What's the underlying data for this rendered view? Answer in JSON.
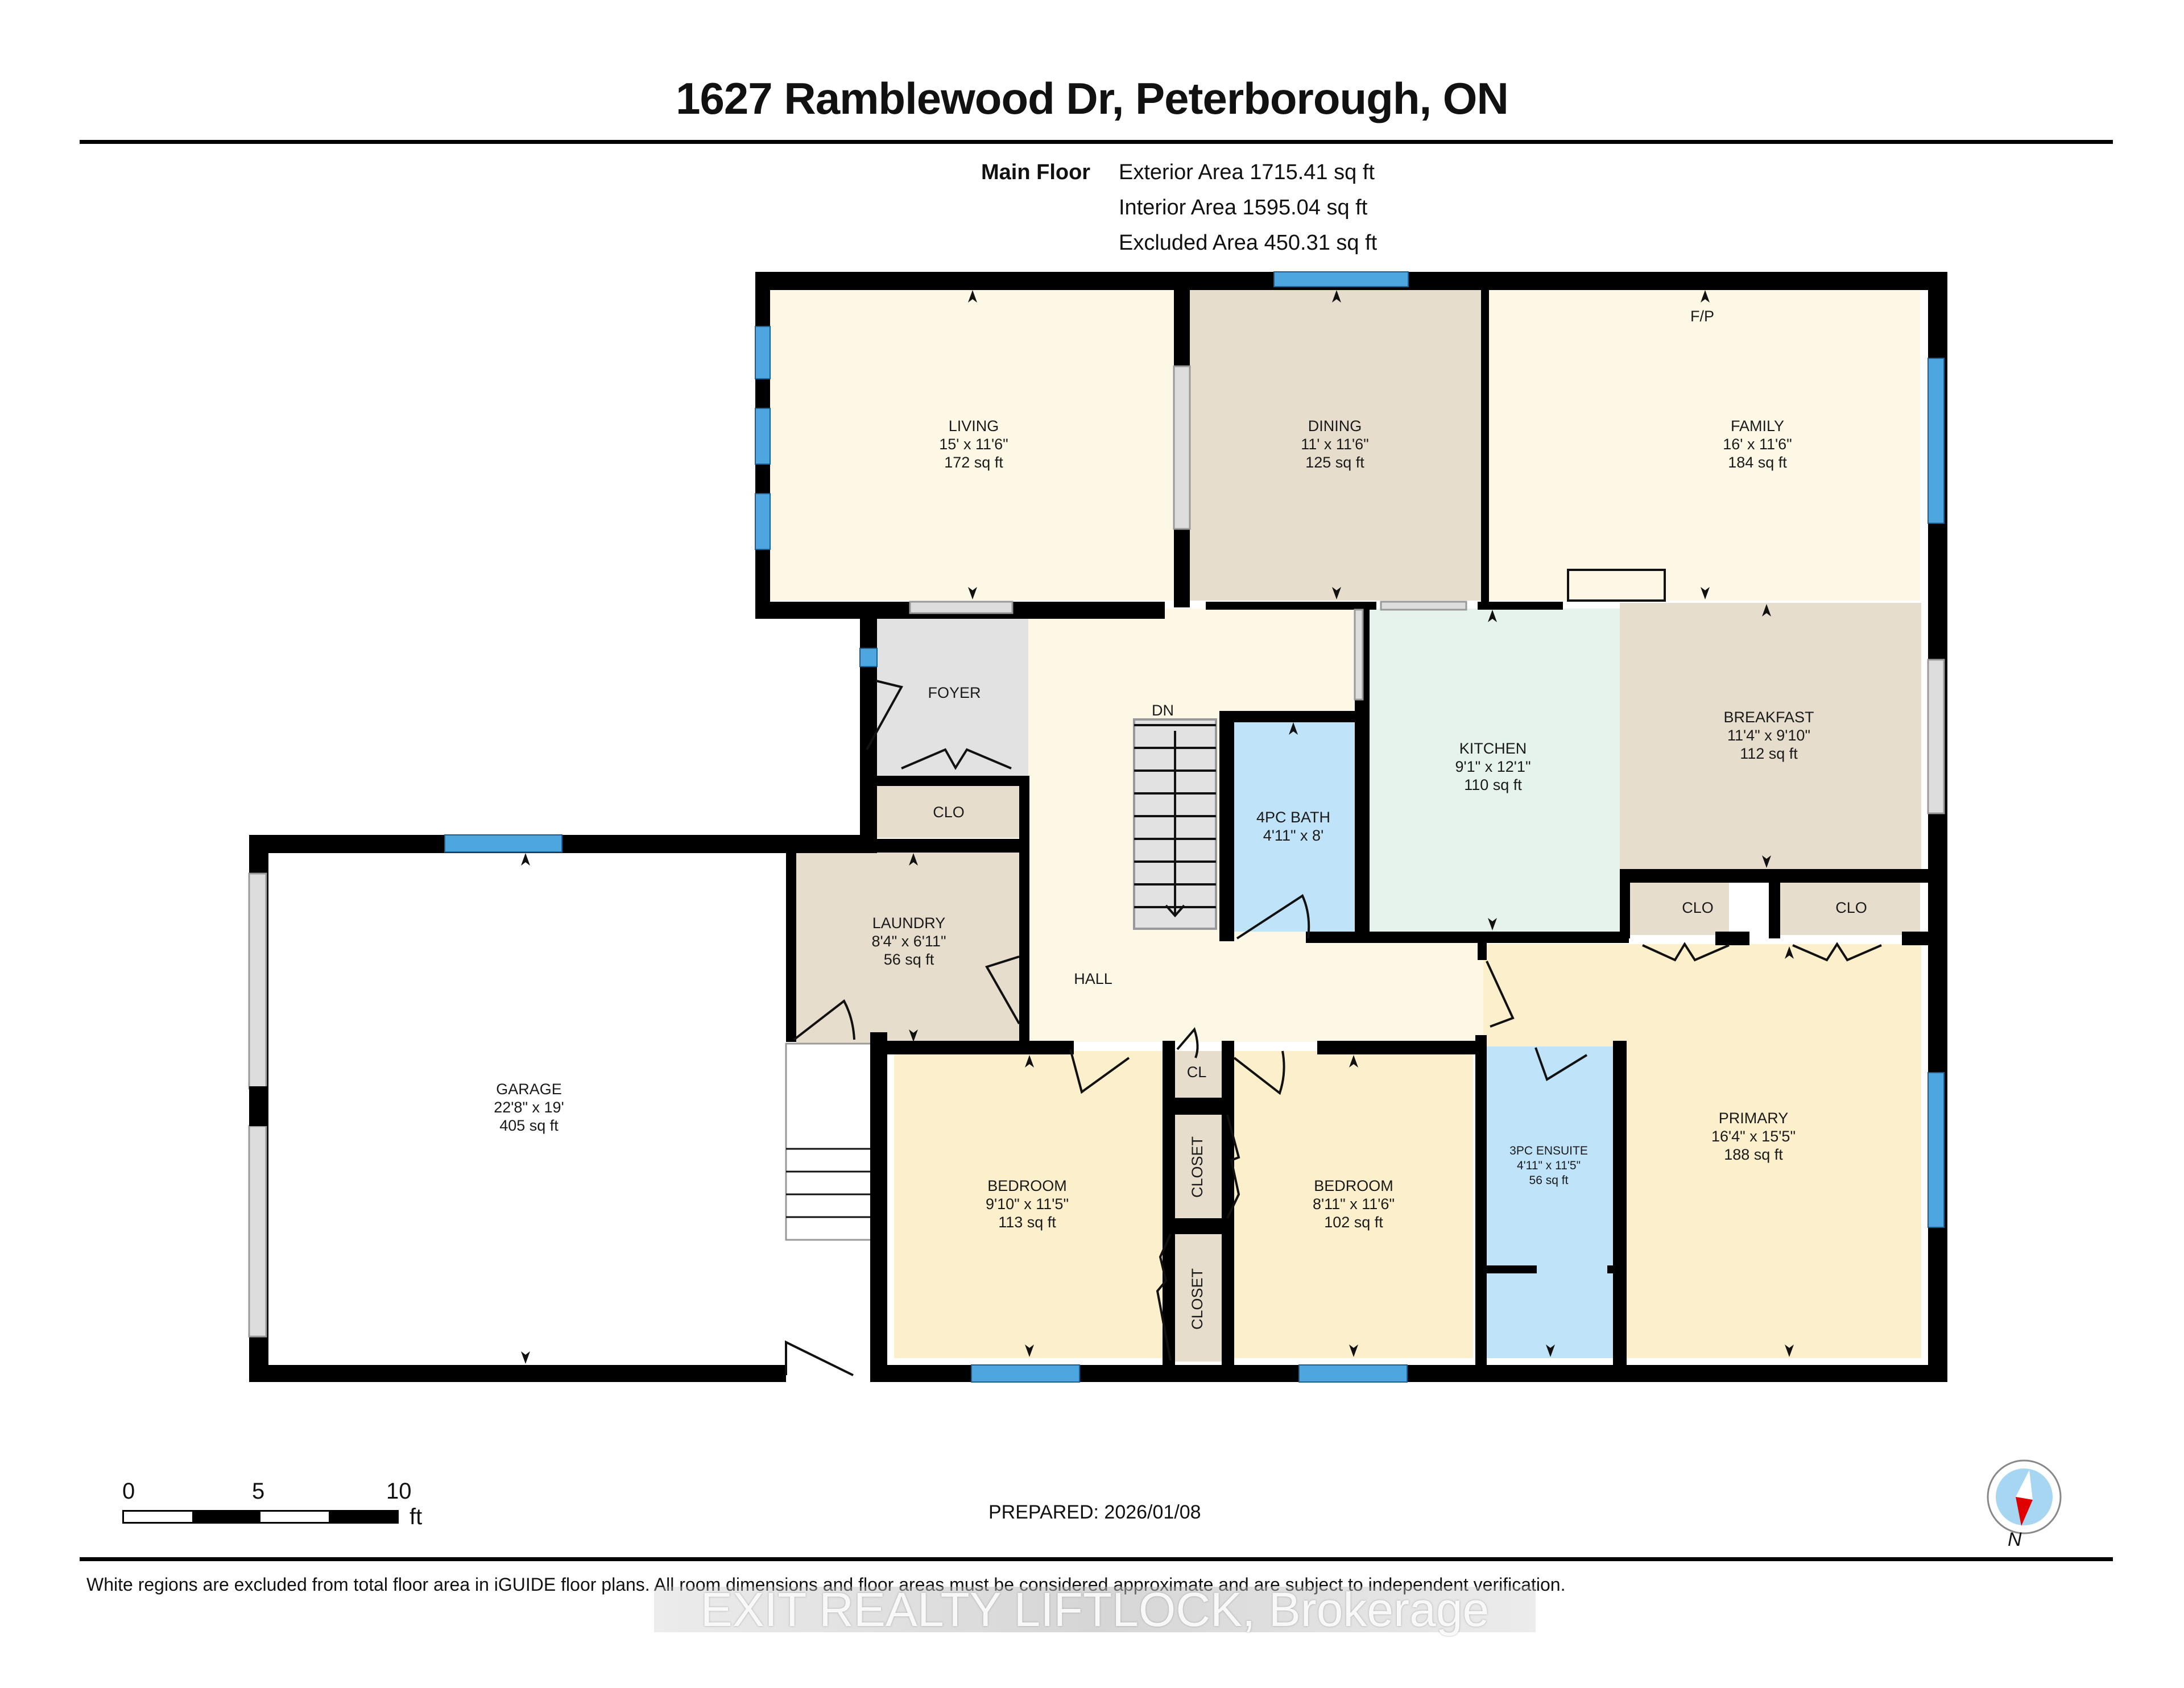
{
  "header": {
    "title": "1627 Ramblewood Dr, Peterborough, ON"
  },
  "summary": {
    "floor_name": "Main Floor",
    "exterior_area": "Exterior Area 1715.41 sq ft",
    "interior_area": "Interior Area 1595.04 sq ft",
    "excluded_area": "Excluded Area 450.31 sq ft"
  },
  "rooms": {
    "living": {
      "name": "LIVING",
      "dims": "15' x 11'6\"",
      "area": "172 sq ft"
    },
    "dining": {
      "name": "DINING",
      "dims": "11' x 11'6\"",
      "area": "125 sq ft"
    },
    "family": {
      "name": "FAMILY",
      "dims": "16' x 11'6\"",
      "area": "184 sq ft",
      "feature": "F/P"
    },
    "foyer": {
      "name": "FOYER"
    },
    "foyer_closet": {
      "name": "CLO"
    },
    "kitchen": {
      "name": "KITCHEN",
      "dims": "9'1\" x 12'1\"",
      "area": "110 sq ft"
    },
    "breakfast": {
      "name": "BREAKFAST",
      "dims": "11'4\" x 9'10\"",
      "area": "112 sq ft"
    },
    "bath4": {
      "name": "4PC BATH",
      "dims": "4'11\" x 8'"
    },
    "stairs": {
      "label": "DN"
    },
    "laundry": {
      "name": "LAUNDRY",
      "dims": "8'4\" x 6'11\"",
      "area": "56 sq ft"
    },
    "hall": {
      "name": "HALL"
    },
    "garage": {
      "name": "GARAGE",
      "dims": "22'8\" x 19'",
      "area": "405 sq ft"
    },
    "bedroom1": {
      "name": "BEDROOM",
      "dims": "9'10\" x 11'5\"",
      "area": "113 sq ft"
    },
    "bedroom2": {
      "name": "BEDROOM",
      "dims": "8'11\" x 11'6\"",
      "area": "102 sq ft"
    },
    "hall_closet": {
      "name": "CL"
    },
    "closet_upper": {
      "name": "CLOSET"
    },
    "closet_lower": {
      "name": "CLOSET"
    },
    "ensuite": {
      "name": "3PC ENSUITE",
      "dims": "4'11\" x 11'5\"",
      "area": "56 sq ft"
    },
    "primary": {
      "name": "PRIMARY",
      "dims": "16'4\" x 15'5\"",
      "area": "188 sq ft"
    },
    "primary_clo_left": {
      "name": "CLO"
    },
    "primary_clo_right": {
      "name": "CLO"
    }
  },
  "colors": {
    "wall": "#000000",
    "window": "#4da6e0",
    "living": "#fdf8e6",
    "dining": "#e7ddcd",
    "family": "#fdf8e6",
    "foyer": "#e2e2e2",
    "closet": "#e7ddcd",
    "kitchen": "#e6f3ec",
    "breakfast": "#e7ddcd",
    "bath": "#bfe3f9",
    "hall": "#fdf8e6",
    "bedroom": "#fcefcb",
    "stairs": "#e2e2e2",
    "door_gap": "#d9d9d9",
    "garage": "#ffffff",
    "compass_disc": "#a7d6f3",
    "compass_needle": "#e00000"
  },
  "scale": {
    "ticks": [
      "0",
      "5",
      "10"
    ],
    "unit": "ft"
  },
  "footer": {
    "prepared": "PREPARED: 2026/01/08",
    "compass_label": "N",
    "disclaimer": "White regions are excluded from total floor area in iGUIDE floor plans. All room dimensions and floor areas must be considered approximate and are subject to independent verification.",
    "watermark": "EXIT REALTY LIFTLOCK, Brokerage"
  }
}
